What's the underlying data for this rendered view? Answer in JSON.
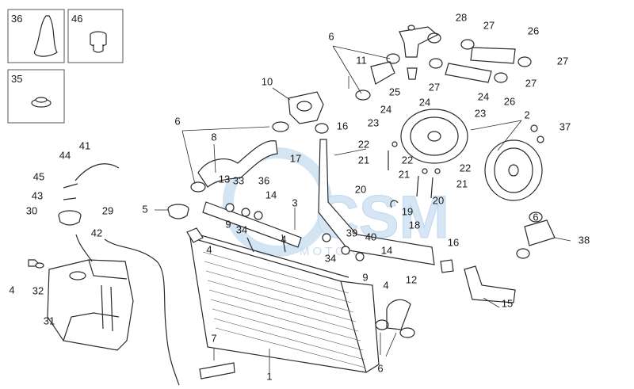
{
  "watermark": {
    "logo_text": "CSM",
    "sub_text": "MOTORPARTS"
  },
  "inset_boxes": [
    {
      "label": "36"
    },
    {
      "label": "46"
    },
    {
      "label": "35"
    }
  ],
  "callouts": [
    {
      "label": "1"
    },
    {
      "label": "2"
    },
    {
      "label": "3"
    },
    {
      "label": "4"
    },
    {
      "label": "4"
    },
    {
      "label": "4"
    },
    {
      "label": "4"
    },
    {
      "label": "5"
    },
    {
      "label": "6"
    },
    {
      "label": "6"
    },
    {
      "label": "6"
    },
    {
      "label": "6"
    },
    {
      "label": "7"
    },
    {
      "label": "8"
    },
    {
      "label": "9"
    },
    {
      "label": "9"
    },
    {
      "label": "10"
    },
    {
      "label": "11"
    },
    {
      "label": "12"
    },
    {
      "label": "13"
    },
    {
      "label": "14"
    },
    {
      "label": "14"
    },
    {
      "label": "15"
    },
    {
      "label": "16"
    },
    {
      "label": "16"
    },
    {
      "label": "17"
    },
    {
      "label": "18"
    },
    {
      "label": "19"
    },
    {
      "label": "20"
    },
    {
      "label": "20"
    },
    {
      "label": "21"
    },
    {
      "label": "21"
    },
    {
      "label": "21"
    },
    {
      "label": "22"
    },
    {
      "label": "22"
    },
    {
      "label": "22"
    },
    {
      "label": "23"
    },
    {
      "label": "23"
    },
    {
      "label": "24"
    },
    {
      "label": "24"
    },
    {
      "label": "24"
    },
    {
      "label": "25"
    },
    {
      "label": "26"
    },
    {
      "label": "26"
    },
    {
      "label": "27"
    },
    {
      "label": "27"
    },
    {
      "label": "27"
    },
    {
      "label": "27"
    },
    {
      "label": "28"
    },
    {
      "label": "29"
    },
    {
      "label": "30"
    },
    {
      "label": "31"
    },
    {
      "label": "32"
    },
    {
      "label": "33"
    },
    {
      "label": "34"
    },
    {
      "label": "34"
    },
    {
      "label": "36"
    },
    {
      "label": "37"
    },
    {
      "label": "38"
    },
    {
      "label": "39"
    },
    {
      "label": "40"
    },
    {
      "label": "41"
    },
    {
      "label": "42"
    },
    {
      "label": "43"
    },
    {
      "label": "44"
    },
    {
      "label": "45"
    }
  ]
}
